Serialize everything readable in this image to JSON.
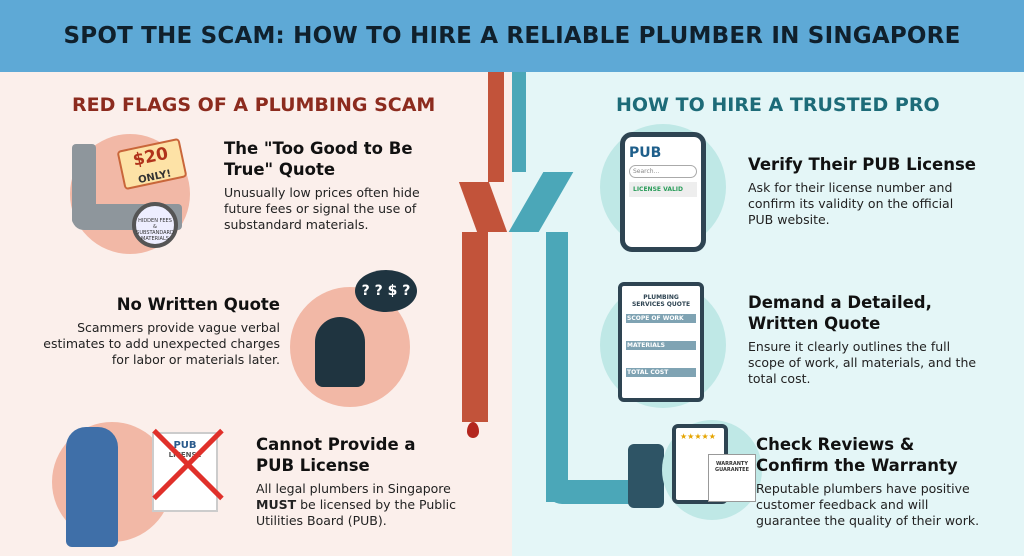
{
  "header": {
    "title": "SPOT THE SCAM: HOW TO HIRE A RELIABLE PLUMBER IN SINGAPORE"
  },
  "left": {
    "title": "RED FLAGS OF A PLUMBING SCAM",
    "items": [
      {
        "title": "The \"Too Good to Be True\" Quote",
        "text": "Unusually low prices often hide future fees or signal the use of substandard materials.",
        "illustration": {
          "tag_price": "$20",
          "tag_note": "ONLY!",
          "magnifier_text": "HIDDEN FEES & SUBSTANDARD MATERIALS"
        }
      },
      {
        "title": "No Written Quote",
        "text": "Scammers provide vague verbal estimates to add unexpected charges for labor or materials later.",
        "illustration": {
          "thought": "? ? $ ?"
        }
      },
      {
        "title": "Cannot Provide a PUB License",
        "text_pre": "All legal plumbers in Singapore ",
        "text_bold": "MUST",
        "text_post": " be licensed by the Public Utilities Board (PUB).",
        "illustration": {
          "logo": "PUB",
          "doc": "LICENSE"
        }
      }
    ]
  },
  "right": {
    "title": "HOW TO HIRE A TRUSTED PRO",
    "items": [
      {
        "title": "Verify Their PUB License",
        "text": "Ask for their license number and confirm its validity on the official PUB website.",
        "illustration": {
          "logo": "PUB",
          "search_placeholder": "Search...",
          "badge": "LICENSE VALID"
        }
      },
      {
        "title": "Demand a Detailed, Written Quote",
        "text": "Ensure it clearly outlines the full scope of work, all materials, and the total cost.",
        "illustration": {
          "doc_title": "PLUMBING SERVICES QUOTE",
          "rows": [
            "SCOPE OF WORK",
            "MATERIALS",
            "TOTAL COST"
          ]
        }
      },
      {
        "title": "Check Reviews & Confirm the Warranty",
        "text": "Reputable plumbers have positive customer feedback and will guarantee the quality of their work.",
        "illustration": {
          "stars": "★★★★★",
          "warranty": "WARRANTY GUARANTEE"
        }
      }
    ]
  },
  "colors": {
    "header": "#5ea9d6",
    "left_bg": "#fbefeb",
    "right_bg": "#e4f6f7",
    "left_title": "#8c2b1e",
    "right_title": "#1d6b78",
    "rusty_pipe": "#c2533a",
    "clean_pipe": "#4ba7b8"
  }
}
